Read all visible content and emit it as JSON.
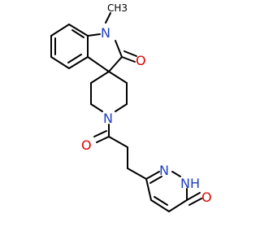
{
  "molecule": {
    "atoms": {
      "n_indole": {
        "text": "N",
        "color": "#1f3fbf"
      },
      "me_n": {
        "text": "CH3",
        "color": "#000000"
      },
      "o_lactam": {
        "text": "O",
        "color": "#e00000"
      },
      "n_pip": {
        "text": "N",
        "color": "#1f3fbf"
      },
      "o_amide": {
        "text": "O",
        "color": "#e00000"
      },
      "n_pyd1": {
        "text": "N",
        "color": "#1f3fbf"
      },
      "nh_pyd": {
        "text": "N",
        "color": "#1f3fbf"
      },
      "h_pyd": {
        "text": "H",
        "color": "#1f3fbf"
      },
      "o_pyd": {
        "text": "O",
        "color": "#e00000"
      }
    }
  }
}
